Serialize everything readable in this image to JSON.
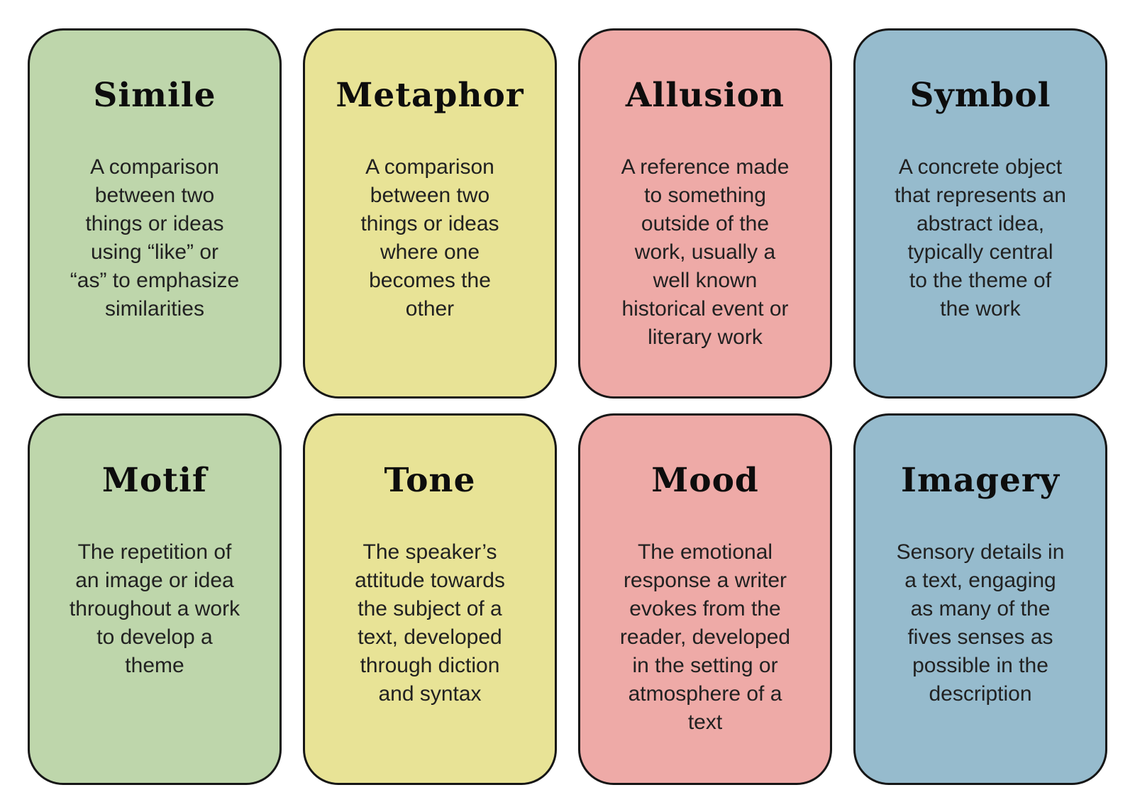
{
  "page": {
    "background": "#ffffff",
    "card_border_color": "#161616",
    "title_color": "#0d0d0d",
    "body_text_color": "#212121"
  },
  "palette": {
    "green": "#bed6ab",
    "yellow": "#e8e396",
    "pink": "#eeaaa7",
    "blue": "#96bbcd"
  },
  "cards": [
    {
      "title": "Simile",
      "description": "A comparison\nbetween two\nthings or ideas\nusing “like” or\n“as” to emphasize\nsimilarities",
      "color_name": "green",
      "color_hex": "#bed6ab"
    },
    {
      "title": "Metaphor",
      "description": "A comparison\nbetween two\nthings or ideas\nwhere one\nbecomes the\nother",
      "color_name": "yellow",
      "color_hex": "#e8e396"
    },
    {
      "title": "Allusion",
      "description": "A reference made\nto something\noutside of the\nwork, usually a\nwell known\nhistorical event or\nliterary work",
      "color_name": "pink",
      "color_hex": "#eeaaa7"
    },
    {
      "title": "Symbol",
      "description": "A concrete object\nthat represents an\nabstract idea,\ntypically central\nto the theme of\nthe work",
      "color_name": "blue",
      "color_hex": "#96bbcd"
    },
    {
      "title": "Motif",
      "description": "The repetition of\nan image or idea\nthroughout a work\nto develop a\ntheme",
      "color_name": "green",
      "color_hex": "#bed6ab"
    },
    {
      "title": "Tone",
      "description": "The speaker’s\nattitude towards\nthe subject of a\ntext, developed\nthrough diction\nand syntax",
      "color_name": "yellow",
      "color_hex": "#e8e396"
    },
    {
      "title": "Mood",
      "description": "The emotional\nresponse a writer\nevokes from the\nreader, developed\nin the setting or\natmosphere of a\ntext",
      "color_name": "pink",
      "color_hex": "#eeaaa7"
    },
    {
      "title": "Imagery",
      "description": "Sensory details in\na text, engaging\nas many of the\nfives senses as\npossible in the\ndescription",
      "color_name": "blue",
      "color_hex": "#96bbcd"
    }
  ]
}
